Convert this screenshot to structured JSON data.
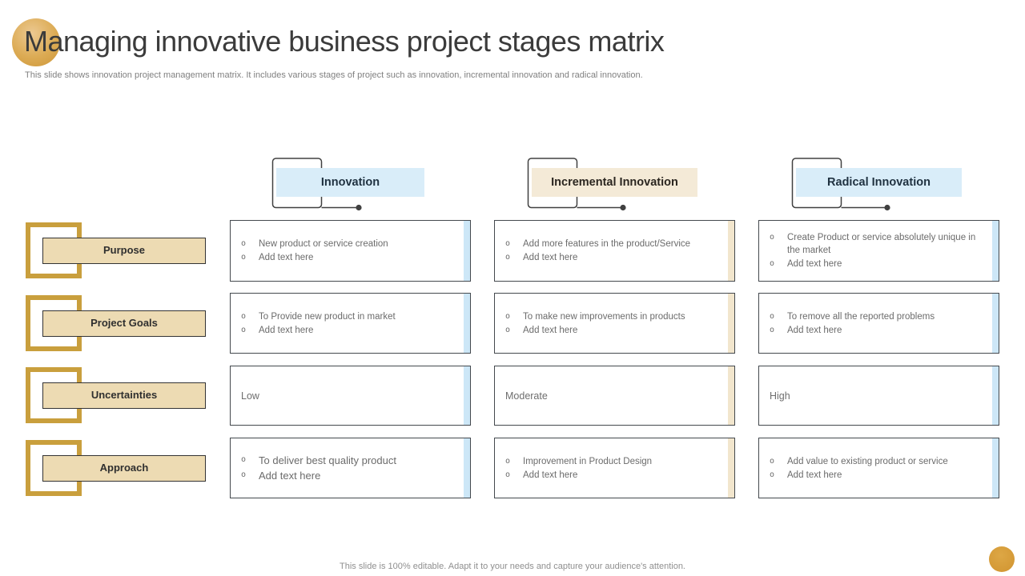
{
  "slide": {
    "title": "Managing innovative business project stages matrix",
    "subtitle": "This slide shows innovation project management matrix. It includes various stages of project such as innovation, incremental innovation and radical innovation.",
    "footer": "This slide is 100% editable.  Adapt it to your needs and capture your audience's attention."
  },
  "colors": {
    "accent_blue": "#d9edf9",
    "accent_cream": "#f4ead7",
    "stripe_blue": "#cde7f7",
    "stripe_cream": "#f2e6cd",
    "gold_frame": "#c99f3d",
    "row_label_bg": "#eddbb3",
    "circle_gold": "#d59a33",
    "connector_line": "#404040",
    "body_text": "#6b6b6b"
  },
  "matrix": {
    "bullet_marker": "o",
    "columns": [
      {
        "label": "Innovation"
      },
      {
        "label": "Incremental Innovation"
      },
      {
        "label": "Radical Innovation"
      }
    ],
    "rows": [
      {
        "label": "Purpose",
        "cells": [
          {
            "bullets": [
              "New product or service creation",
              "Add text here"
            ]
          },
          {
            "bullets": [
              "Add more features in the product/Service",
              "Add text here"
            ]
          },
          {
            "bullets": [
              "Create Product or service absolutely unique in the market",
              "Add text here"
            ]
          }
        ]
      },
      {
        "label": "Project Goals",
        "cells": [
          {
            "bullets": [
              "To Provide new product in market",
              "Add text here"
            ]
          },
          {
            "bullets": [
              "To make new improvements in products",
              "Add text here"
            ]
          },
          {
            "bullets": [
              "To remove all the reported problems",
              "Add text here"
            ]
          }
        ]
      },
      {
        "label": "Uncertainties",
        "cells": [
          {
            "text": "Low"
          },
          {
            "text": "Moderate"
          },
          {
            "text": "High"
          }
        ]
      },
      {
        "label": "Approach",
        "cells": [
          {
            "bullets": [
              "To deliver best quality product",
              "Add text here"
            ]
          },
          {
            "bullets": [
              "Improvement in Product Design",
              "Add text here"
            ]
          },
          {
            "bullets": [
              "Add value to existing product or service",
              "Add text here"
            ]
          }
        ]
      }
    ]
  }
}
